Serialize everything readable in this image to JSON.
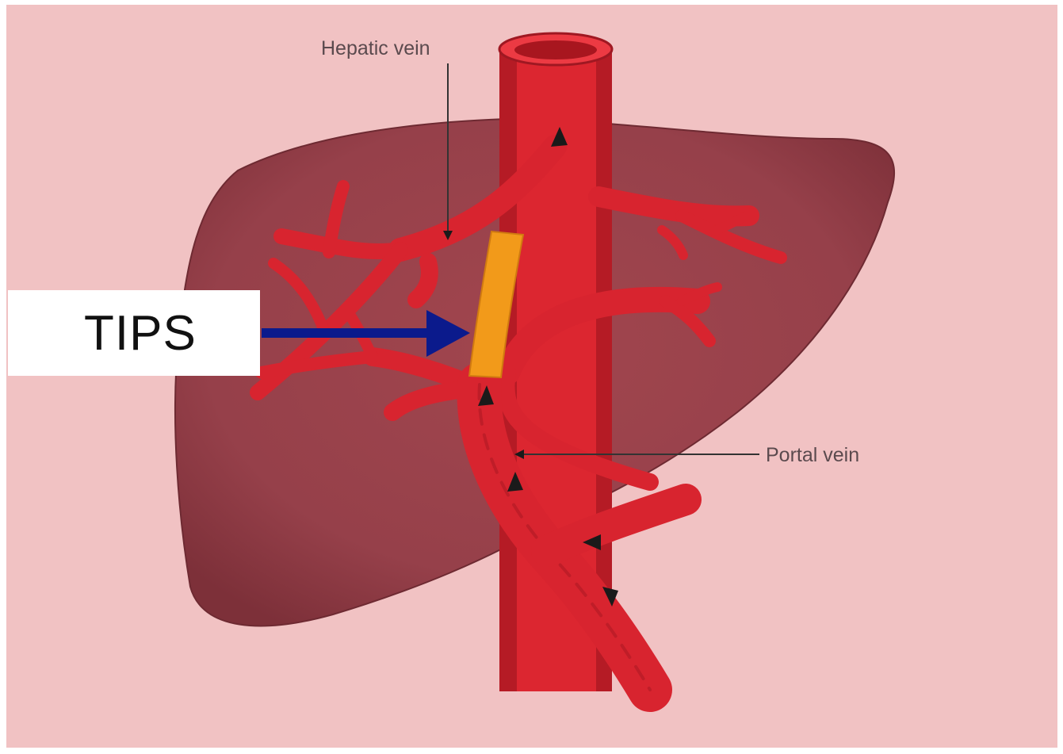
{
  "labels": {
    "hepatic_vein": "Hepatic vein",
    "portal_vein": "Portal vein",
    "tips": "TIPS"
  },
  "colors": {
    "background": "#f1c2c3",
    "liver": "#9a3f47",
    "vessel": "#d8242f",
    "stent": "#f29a1a",
    "pointer_arrow": "#0b1a8c"
  }
}
